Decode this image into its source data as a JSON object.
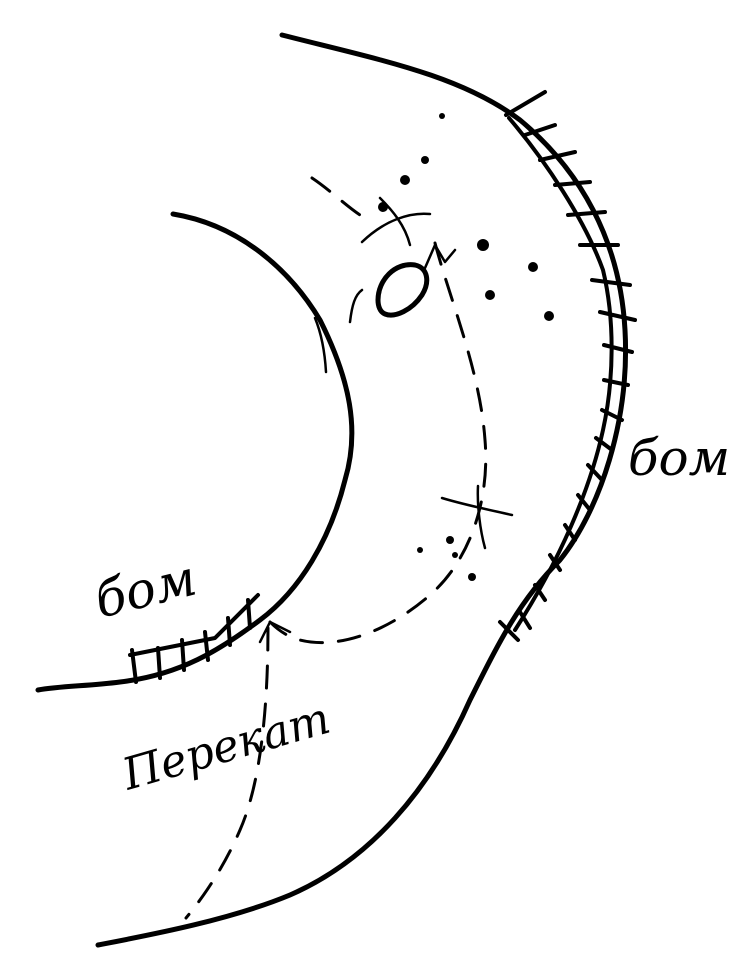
{
  "labels": {
    "bom_right": "бом",
    "bom_left": "бом",
    "perekat": "Перекат"
  },
  "colors": {
    "ink": "#000000",
    "paper": "#ffffff"
  }
}
